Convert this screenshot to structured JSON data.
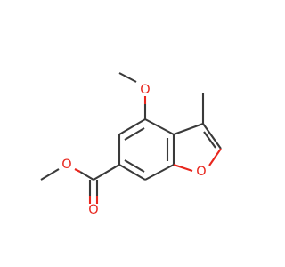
{
  "atoms": {
    "o_methoxy": "O",
    "o_furan": "O",
    "o_ester_single": "O",
    "o_carbonyl": "O"
  },
  "colors": {
    "bond": "#3a3a3a",
    "oxygen": "#e8261d",
    "background": "#ffffff"
  }
}
